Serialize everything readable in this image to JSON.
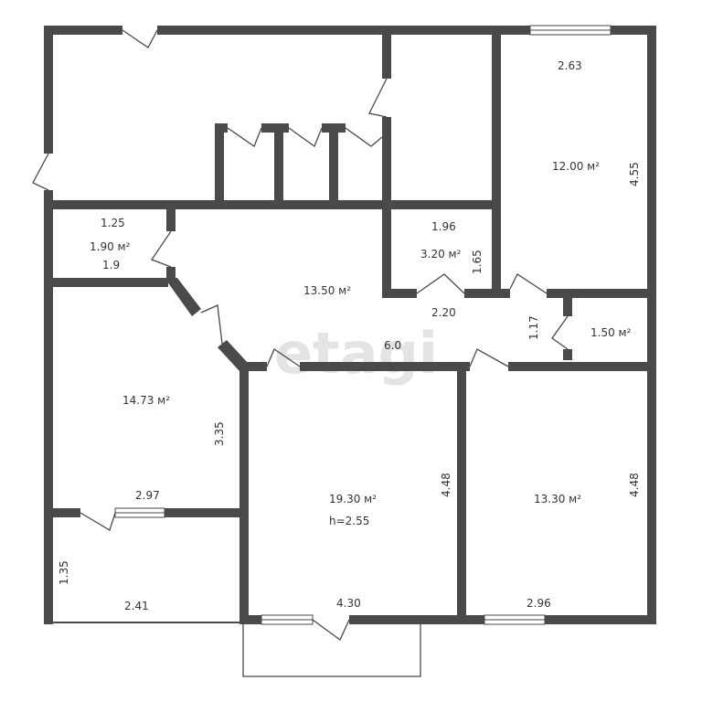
{
  "watermark": "etagi",
  "rooms": {
    "room_top_right": {
      "length": "2.63",
      "area": "12.00 м²",
      "depth": "4.55"
    },
    "small_storage_left": {
      "length": "1.25",
      "area": "1.90 м²",
      "width": "1.9"
    },
    "bathroom": {
      "length": "1.96",
      "area": "3.20 м²",
      "depth": "1.65"
    },
    "hallway": {
      "area": "13.50 м²",
      "width": "2.20",
      "length": "6.0"
    },
    "toilet": {
      "depth": "1.17",
      "area": "1.50 м²"
    },
    "room_left": {
      "area": "14.73 м²",
      "depth": "3.35",
      "width": "2.97"
    },
    "room_center": {
      "area": "19.30 м²",
      "ceiling_height": "h=2.55",
      "depth": "4.48",
      "width": "4.30"
    },
    "room_right": {
      "area": "13.30 м²",
      "depth": "4.48",
      "width": "2.96"
    },
    "balcony_left": {
      "depth": "1.35",
      "width": "2.41"
    }
  },
  "colors": {
    "wall": "#4a4a4a",
    "background": "#ffffff",
    "watermark": "#e4e4e4"
  }
}
